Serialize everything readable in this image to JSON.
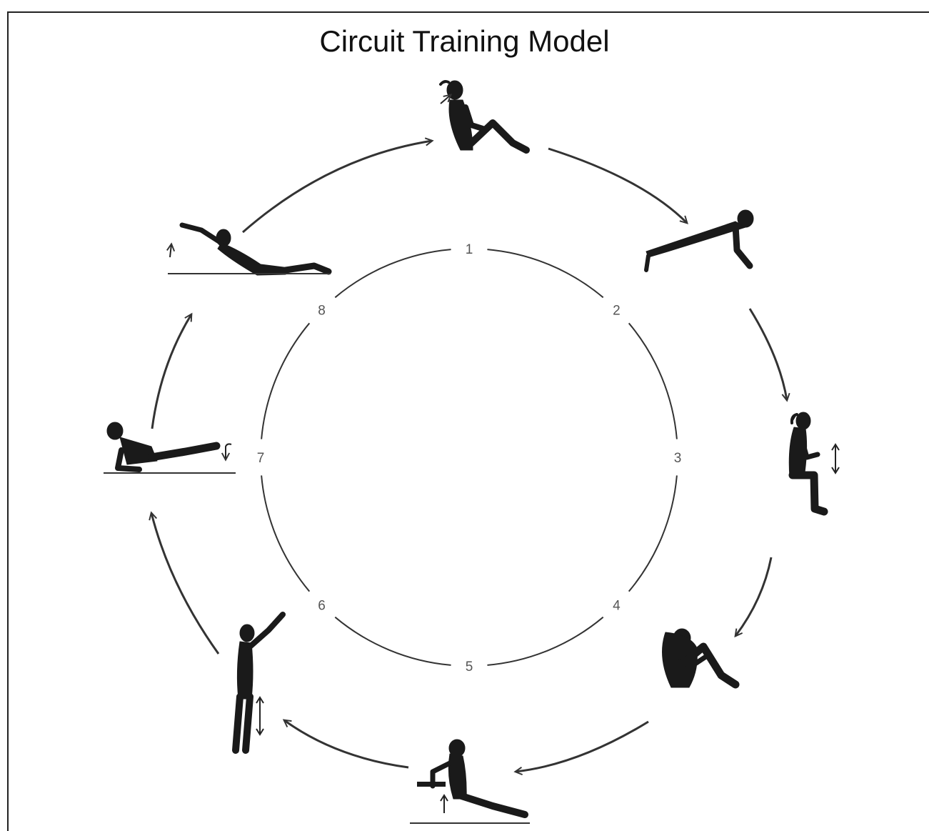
{
  "title": "Circuit Training Model",
  "stations": [
    "1",
    "2",
    "3",
    "4",
    "5",
    "6",
    "7",
    "8"
  ],
  "exercises": [
    "sit-up-figure",
    "push-up-figure",
    "wall-sit-figure",
    "curl-figure",
    "tricep-dip-figure",
    "standing-reach-figure",
    "leg-raise-figure",
    "back-extension-figure"
  ]
}
